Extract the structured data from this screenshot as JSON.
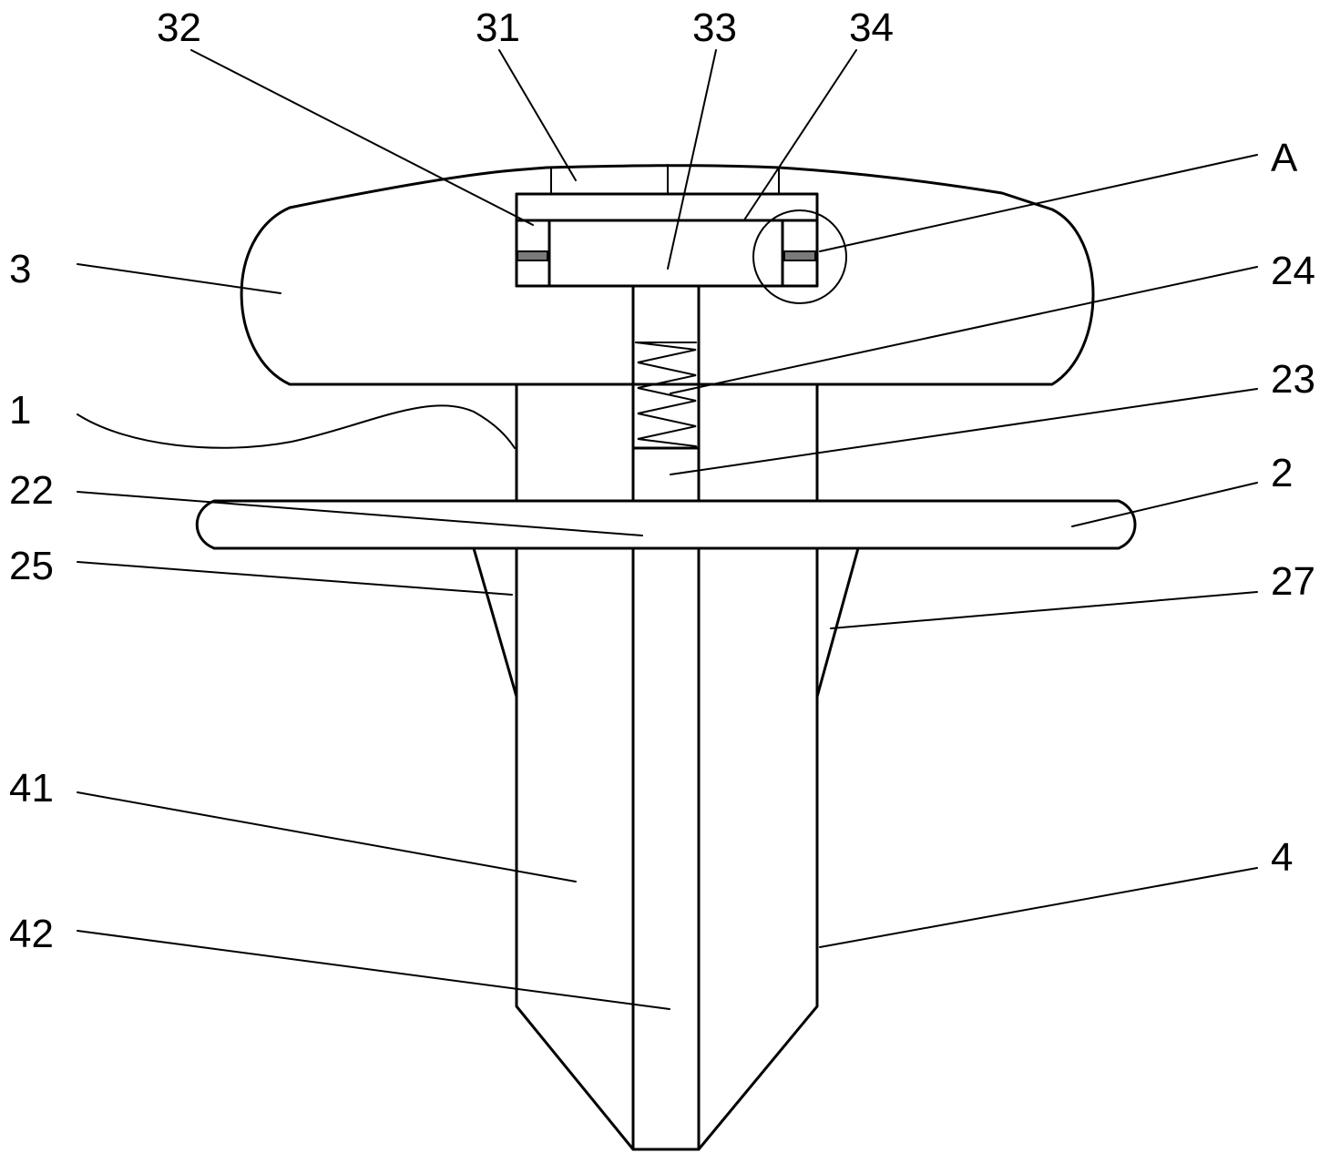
{
  "labels": {
    "l32": "32",
    "l31": "31",
    "l33": "33",
    "l34": "34",
    "lA": "A",
    "l3": "3",
    "l24": "24",
    "l1": "1",
    "l23": "23",
    "l22": "22",
    "l2": "2",
    "l25": "25",
    "l27": "27",
    "l41": "41",
    "l4": "4",
    "l42": "42"
  },
  "colors": {
    "line": "#000000",
    "background": "#ffffff",
    "seal": "#7a7a7a"
  }
}
